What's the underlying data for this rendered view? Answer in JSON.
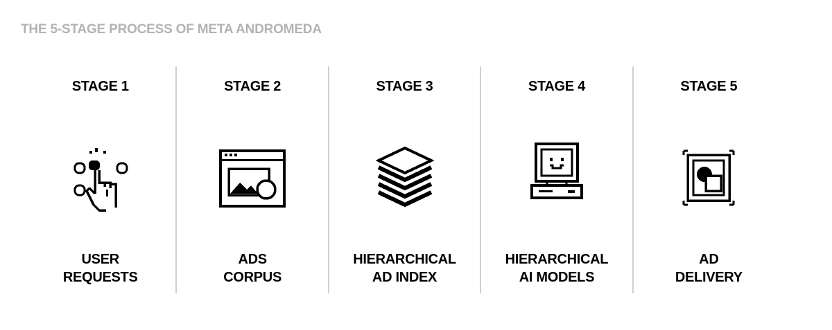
{
  "title": "THE 5-STAGE PROCESS OF META ANDROMEDA",
  "stages": [
    {
      "title": "STAGE 1",
      "icon": "pointing-hand-click-icon",
      "label_lines": [
        "USER",
        "REQUESTS"
      ]
    },
    {
      "title": "STAGE 2",
      "icon": "browser-window-media-icon",
      "label_lines": [
        "ADS",
        "CORPUS"
      ]
    },
    {
      "title": "STAGE 3",
      "icon": "stacked-layers-icon",
      "label_lines": [
        "HIERARCHICAL",
        "AD INDEX"
      ]
    },
    {
      "title": "STAGE 4",
      "icon": "retro-computer-smiley-icon",
      "label_lines": [
        "HIERARCHICAL",
        "AI MODELS"
      ]
    },
    {
      "title": "STAGE 5",
      "icon": "ad-frame-delivery-icon",
      "label_lines": [
        "AD",
        "DELIVERY"
      ]
    }
  ]
}
